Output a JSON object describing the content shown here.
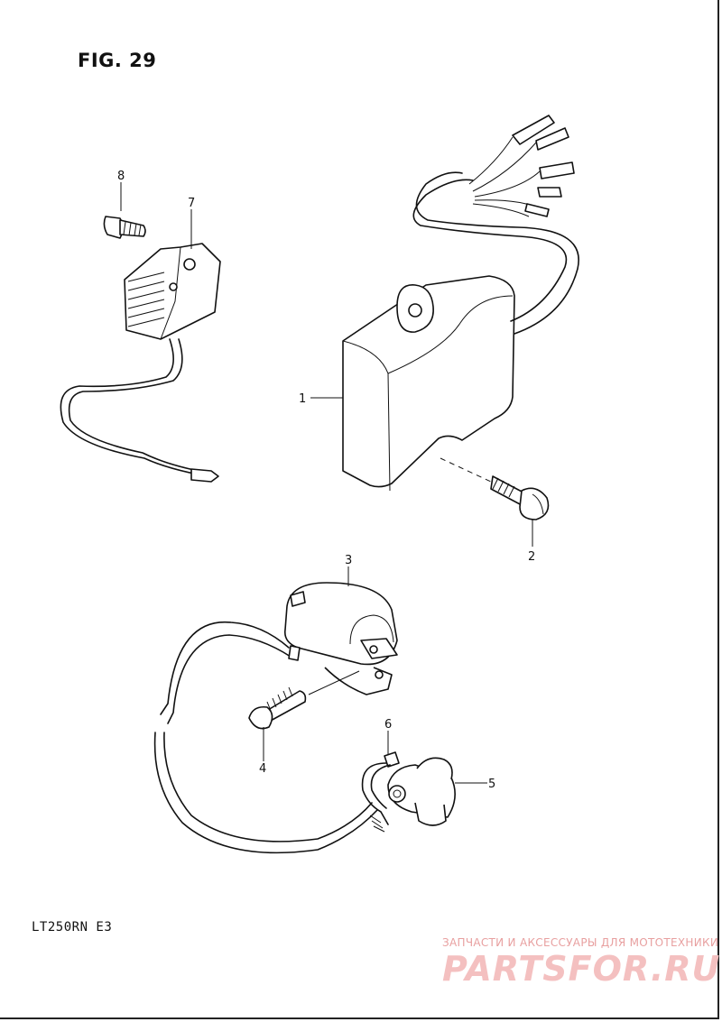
{
  "header": {
    "figure_label": "FIG. 29"
  },
  "footer": {
    "model_code": "LT250RN E3",
    "watermark_caption": "ЗАПЧАСТИ И АКСЕССУАРЫ ДЛЯ МОТОТЕХНИКИ",
    "watermark_logo": "PARTSFOR.RU"
  },
  "callouts": {
    "c1": "1",
    "c2": "2",
    "c3": "3",
    "c4": "4",
    "c5": "5",
    "c6": "6",
    "c7": "7",
    "c8": "8"
  }
}
